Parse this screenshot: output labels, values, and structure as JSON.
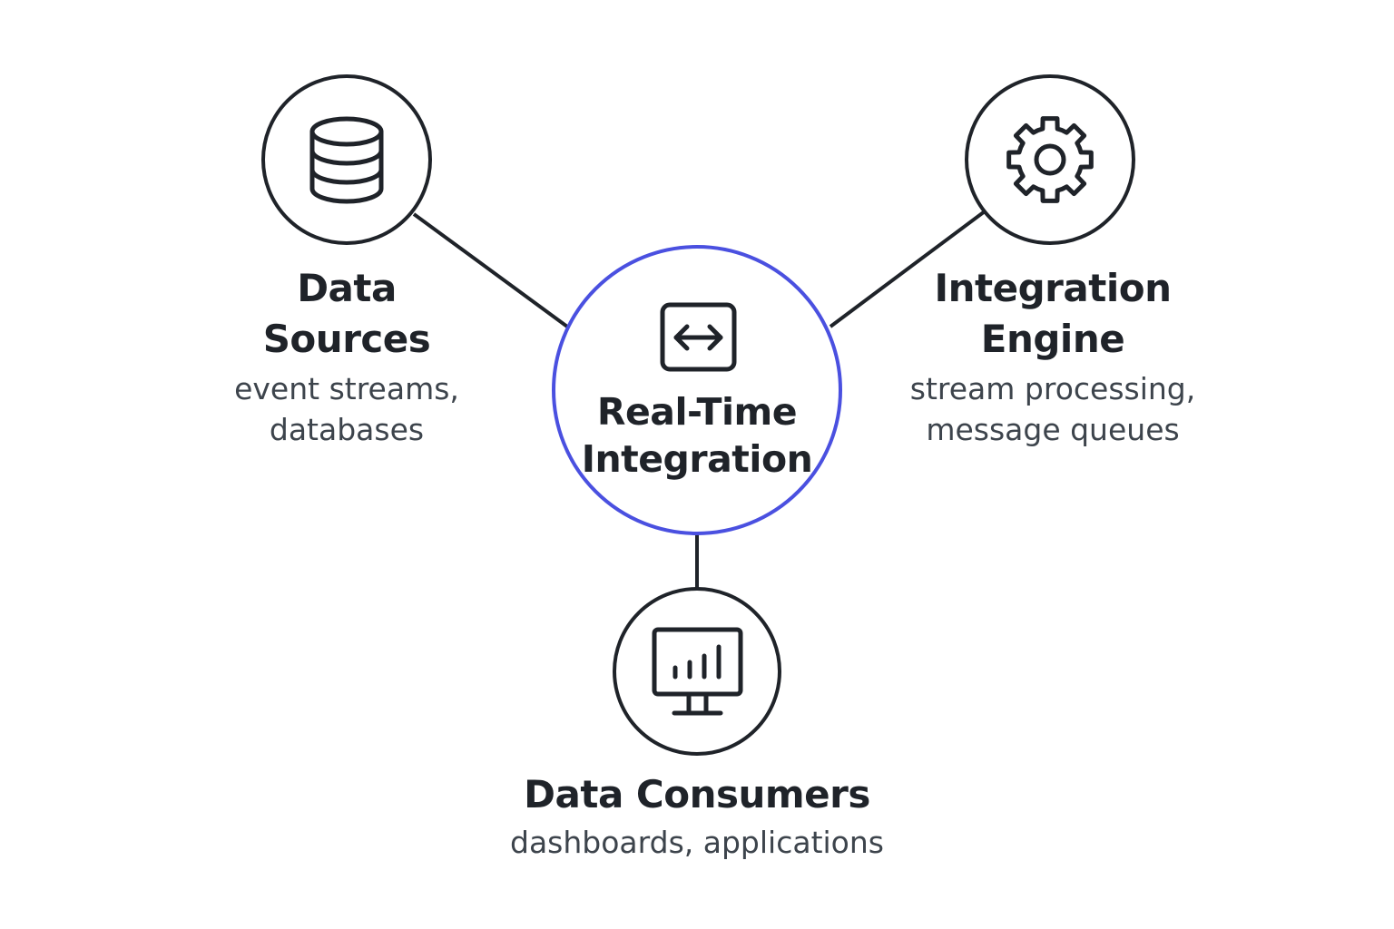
{
  "colors": {
    "stroke": "#1f2329",
    "center_ring": "#4a50e0",
    "title_text": "#1f2329",
    "desc_text": "#3d444c",
    "background": "#ffffff"
  },
  "center": {
    "icon": "bidirectional-arrow-icon",
    "title_line1": "Real-Time",
    "title_line2": "Integration"
  },
  "nodes": {
    "sources": {
      "icon": "database-icon",
      "title": "Data Sources",
      "desc_line1": "event streams,",
      "desc_line2": "databases"
    },
    "engine": {
      "icon": "gear-icon",
      "title_line1": "Integration",
      "title_line2": "Engine",
      "desc_line1": "stream processing,",
      "desc_line2": "message queues"
    },
    "consumers": {
      "icon": "monitor-chart-icon",
      "title": "Data Consumers",
      "desc": "dashboards, applications"
    }
  }
}
